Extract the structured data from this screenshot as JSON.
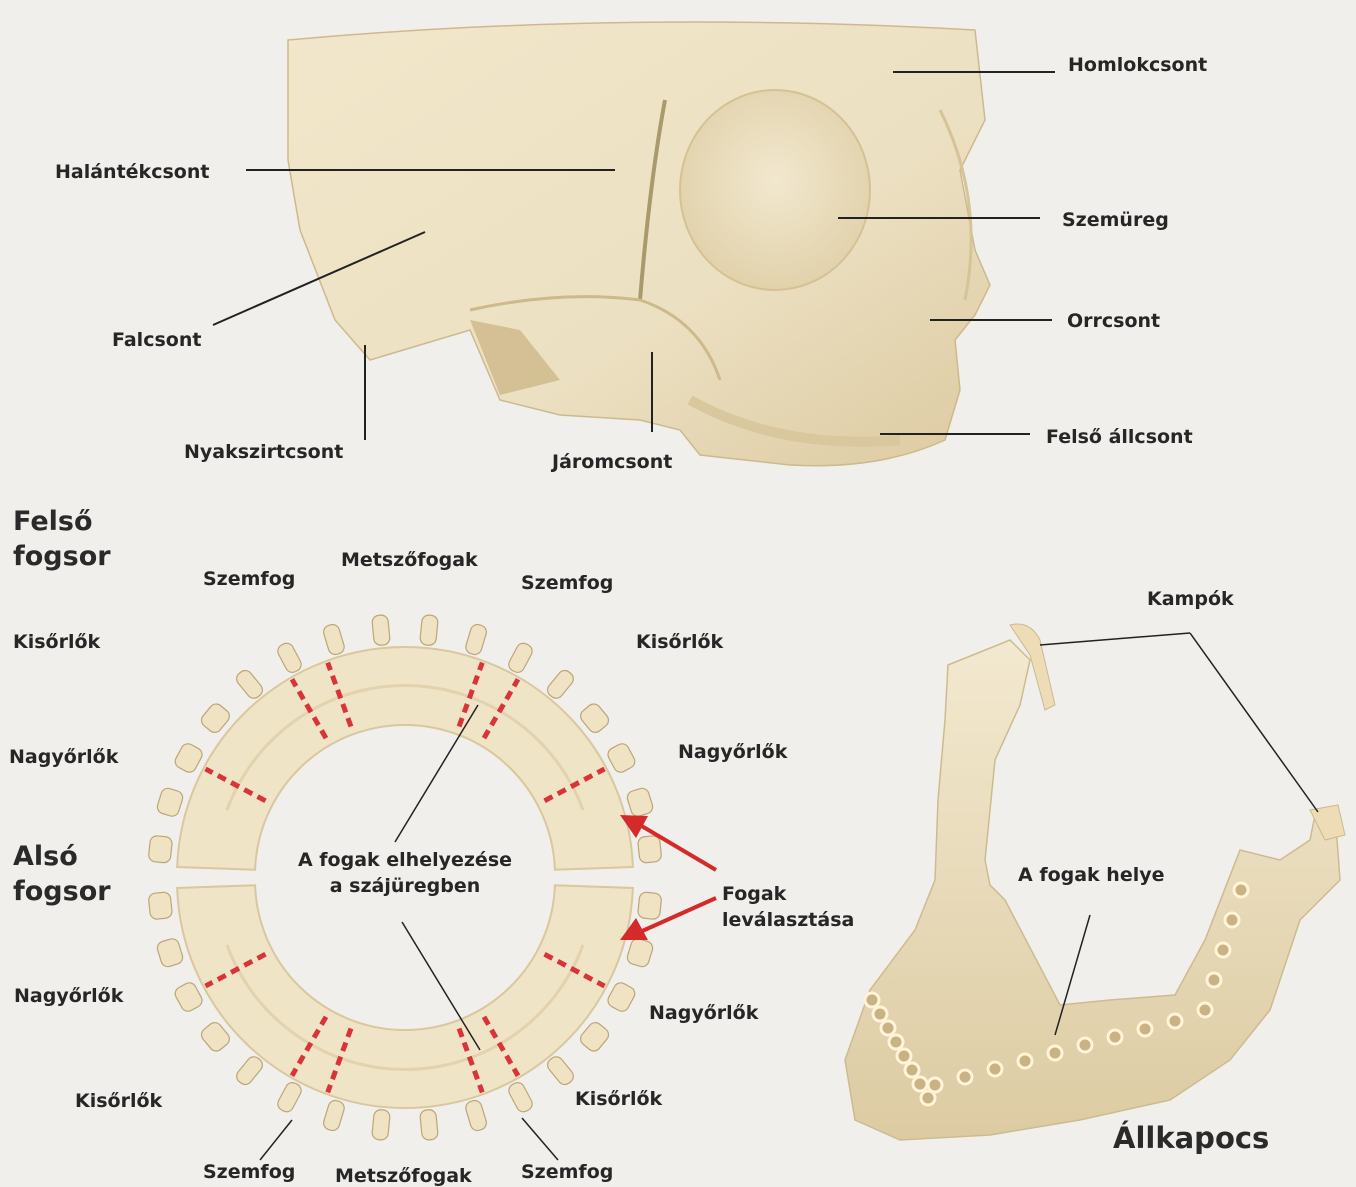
{
  "skull_labels": {
    "frontal": "Homlokcsont",
    "temporal": "Halántékcsont",
    "orbit": "Szemüreg",
    "parietal": "Falcsont",
    "nasal": "Orrcsont",
    "occipital": "Nyakszirtcsont",
    "zygomatic": "Járomcsont",
    "maxilla": "Felső állcsont"
  },
  "upper_row": {
    "title_line1": "Felső",
    "title_line2": "fogsor",
    "canine_left": "Szemfog",
    "incisors": "Metszőfogak",
    "canine_right": "Szemfog",
    "premolars_left": "Kisőrlők",
    "premolars_right": "Kisőrlők",
    "molars_left": "Nagyőrlők",
    "molars_right": "Nagyőrlők"
  },
  "center_note": {
    "line1": "A fogak elhelyezése",
    "line2": "a szájüregben"
  },
  "lower_row": {
    "title_line1": "Alsó",
    "title_line2": "fogsor",
    "molars_left": "Nagyőrlők",
    "molars_right": "Nagyőrlők",
    "premolars_left": "Kisőrlők",
    "premolars_right": "Kisőrlők",
    "canine_left": "Szemfog",
    "incisors": "Metszőfogak",
    "canine_right": "Szemfog"
  },
  "separation": {
    "line1": "Fogak",
    "line2": "leválasztása"
  },
  "jaw": {
    "hooks": "Kampók",
    "teeth_place": "A fogak helye",
    "title": "Állkapocs"
  },
  "colors": {
    "bone": "#f0e4c6",
    "bone_shadow": "#d9c79d",
    "bone_dark": "#bba676",
    "cut_line": "#d8343a",
    "arrow": "#d42a2a",
    "leader": "#222222"
  }
}
